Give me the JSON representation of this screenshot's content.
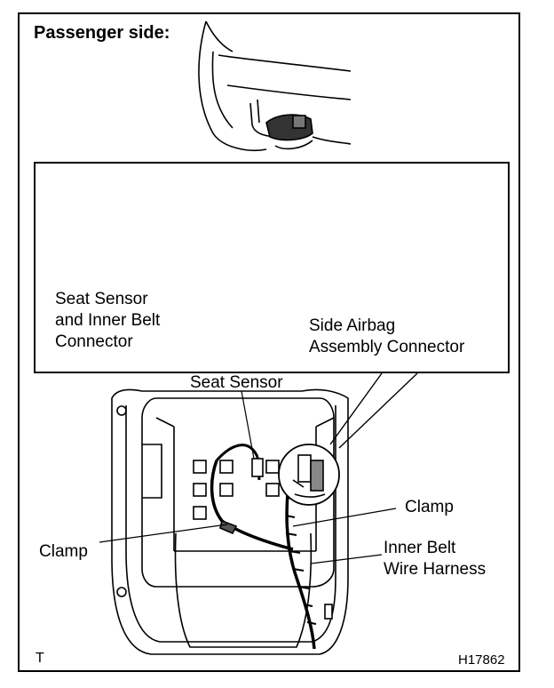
{
  "title": "Passenger side:",
  "labels": {
    "seat_sensor_inner_belt_connector": [
      "Seat Sensor",
      "and Inner Belt",
      "Connector"
    ],
    "side_airbag_connector": [
      "Side Airbag",
      "Assembly Connector"
    ],
    "seat_sensor": "Seat Sensor",
    "clamp_left": "Clamp",
    "clamp_right": "Clamp",
    "inner_belt_wire_harness": [
      "Inner Belt",
      "Wire Harness"
    ]
  },
  "footer": {
    "corner_mark": "T",
    "figure_code": "H17862"
  }
}
